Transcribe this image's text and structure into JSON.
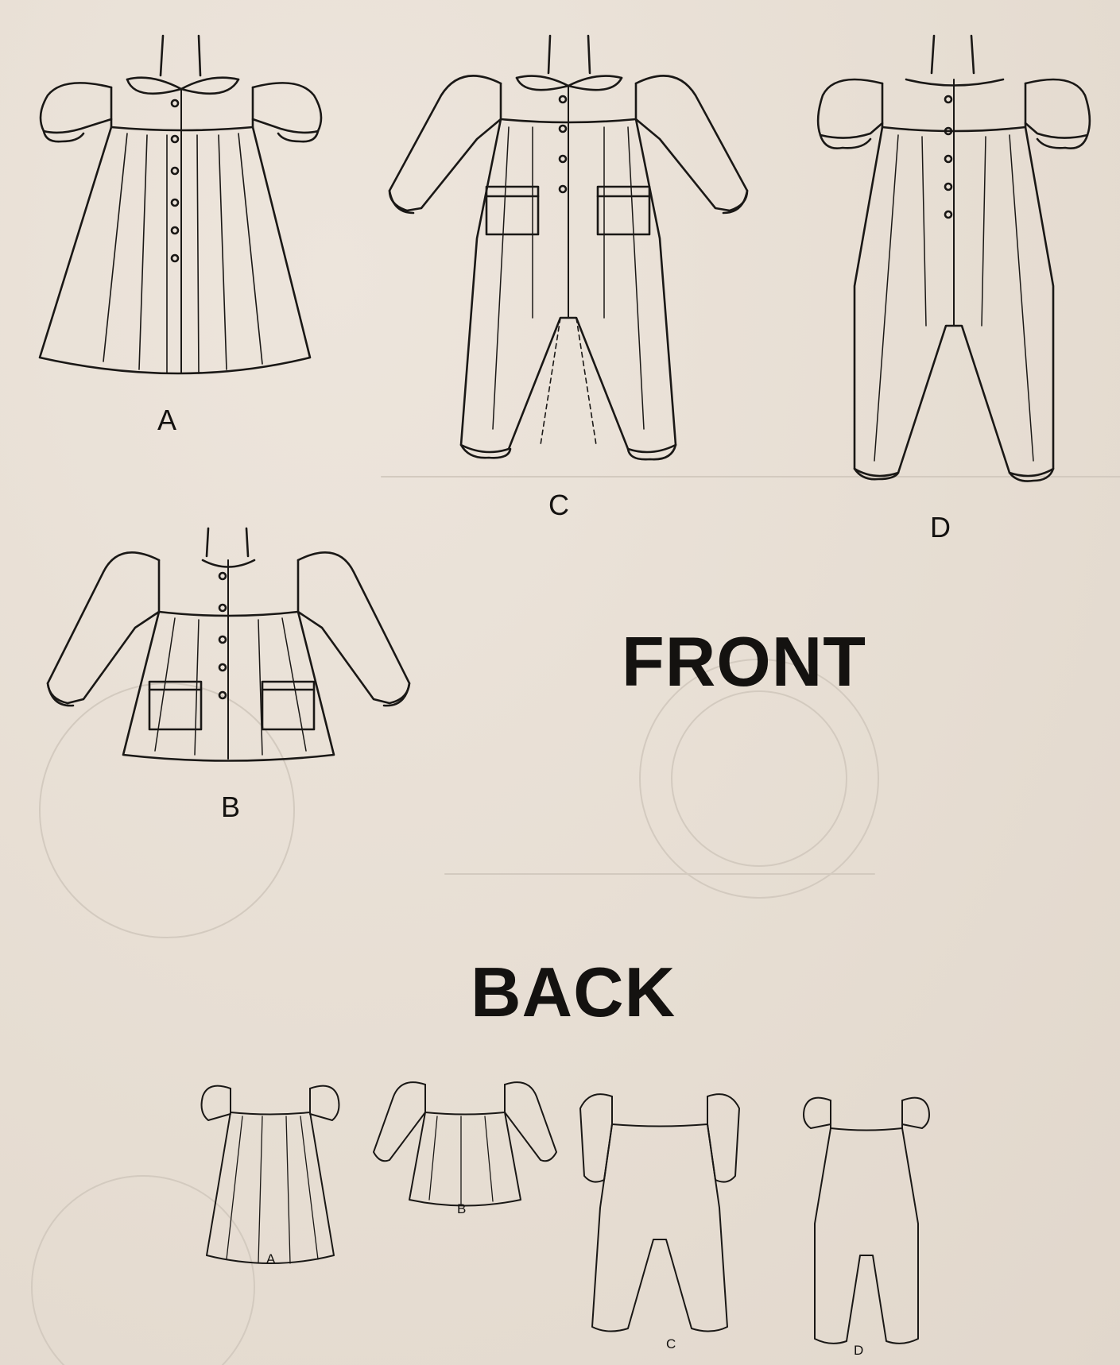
{
  "headings": {
    "front": "FRONT",
    "back": "BACK"
  },
  "front_views": [
    {
      "id": "A",
      "label": "A",
      "garment": "dress"
    },
    {
      "id": "C",
      "label": "C",
      "garment": "jumpsuit-long-sleeve-pockets"
    },
    {
      "id": "D",
      "label": "D",
      "garment": "jumpsuit-short-sleeve"
    },
    {
      "id": "B",
      "label": "B",
      "garment": "top-pockets"
    }
  ],
  "back_views": [
    {
      "id": "A",
      "label": "A"
    },
    {
      "id": "B",
      "label": "B"
    },
    {
      "id": "C",
      "label": "C"
    },
    {
      "id": "D",
      "label": "D"
    }
  ],
  "colors": {
    "paper": "#e9e0d6",
    "ink": "#141210",
    "ghost": "#cfc6bb"
  }
}
